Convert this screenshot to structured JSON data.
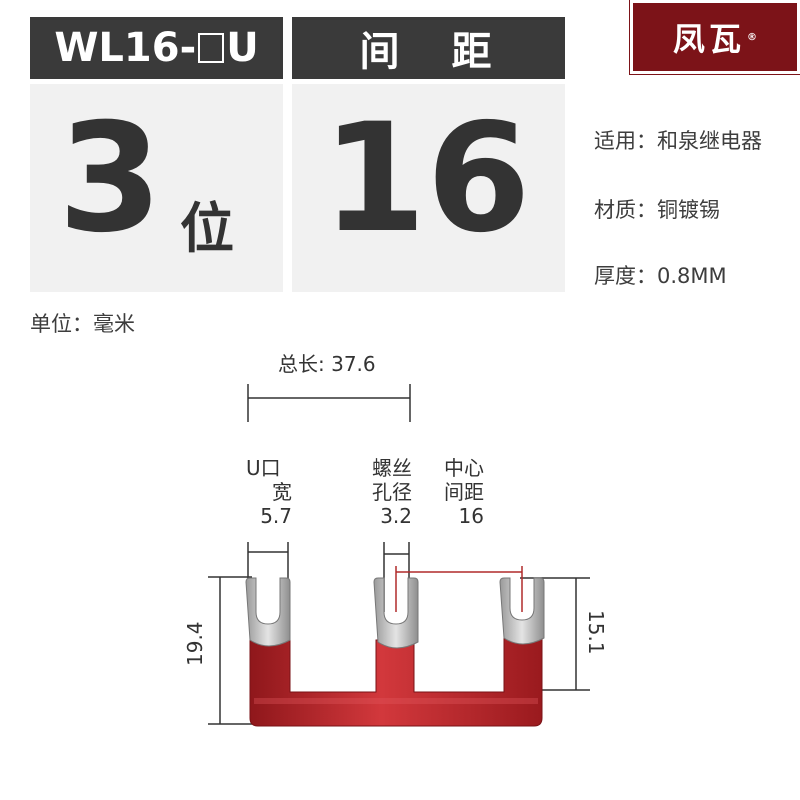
{
  "header": {
    "model_prefix": "WL16-",
    "model_suffix": "U",
    "spacing_title": "间　距"
  },
  "specs": {
    "positions": "3",
    "positions_unit": "位",
    "spacing_value": "16"
  },
  "properties": [
    "适用：和泉继电器",
    "材质：铜镀锡",
    "厚度：0.8MM"
  ],
  "brand": {
    "name": "凤瓦",
    "mark": "®"
  },
  "unit_note": "单位：毫米",
  "dimensions": {
    "total_length": "总长: 37.6",
    "u_width_label_1": "U口",
    "u_width_label_2": "宽",
    "u_width_value": "5.7",
    "screw_label_1": "螺丝",
    "screw_label_2": "孔径",
    "screw_value": "3.2",
    "pitch_label_1": "中心",
    "pitch_label_2": "间距",
    "pitch_value": "16",
    "height_total": "19.4",
    "height_inner": "15.1"
  },
  "colors": {
    "header_bg": "#3a3a3a",
    "panel_bg": "#f1f1f1",
    "brand_bg": "#7c1318",
    "insulation_red": "#c0262b",
    "pitch_line": "#b02a2a"
  }
}
